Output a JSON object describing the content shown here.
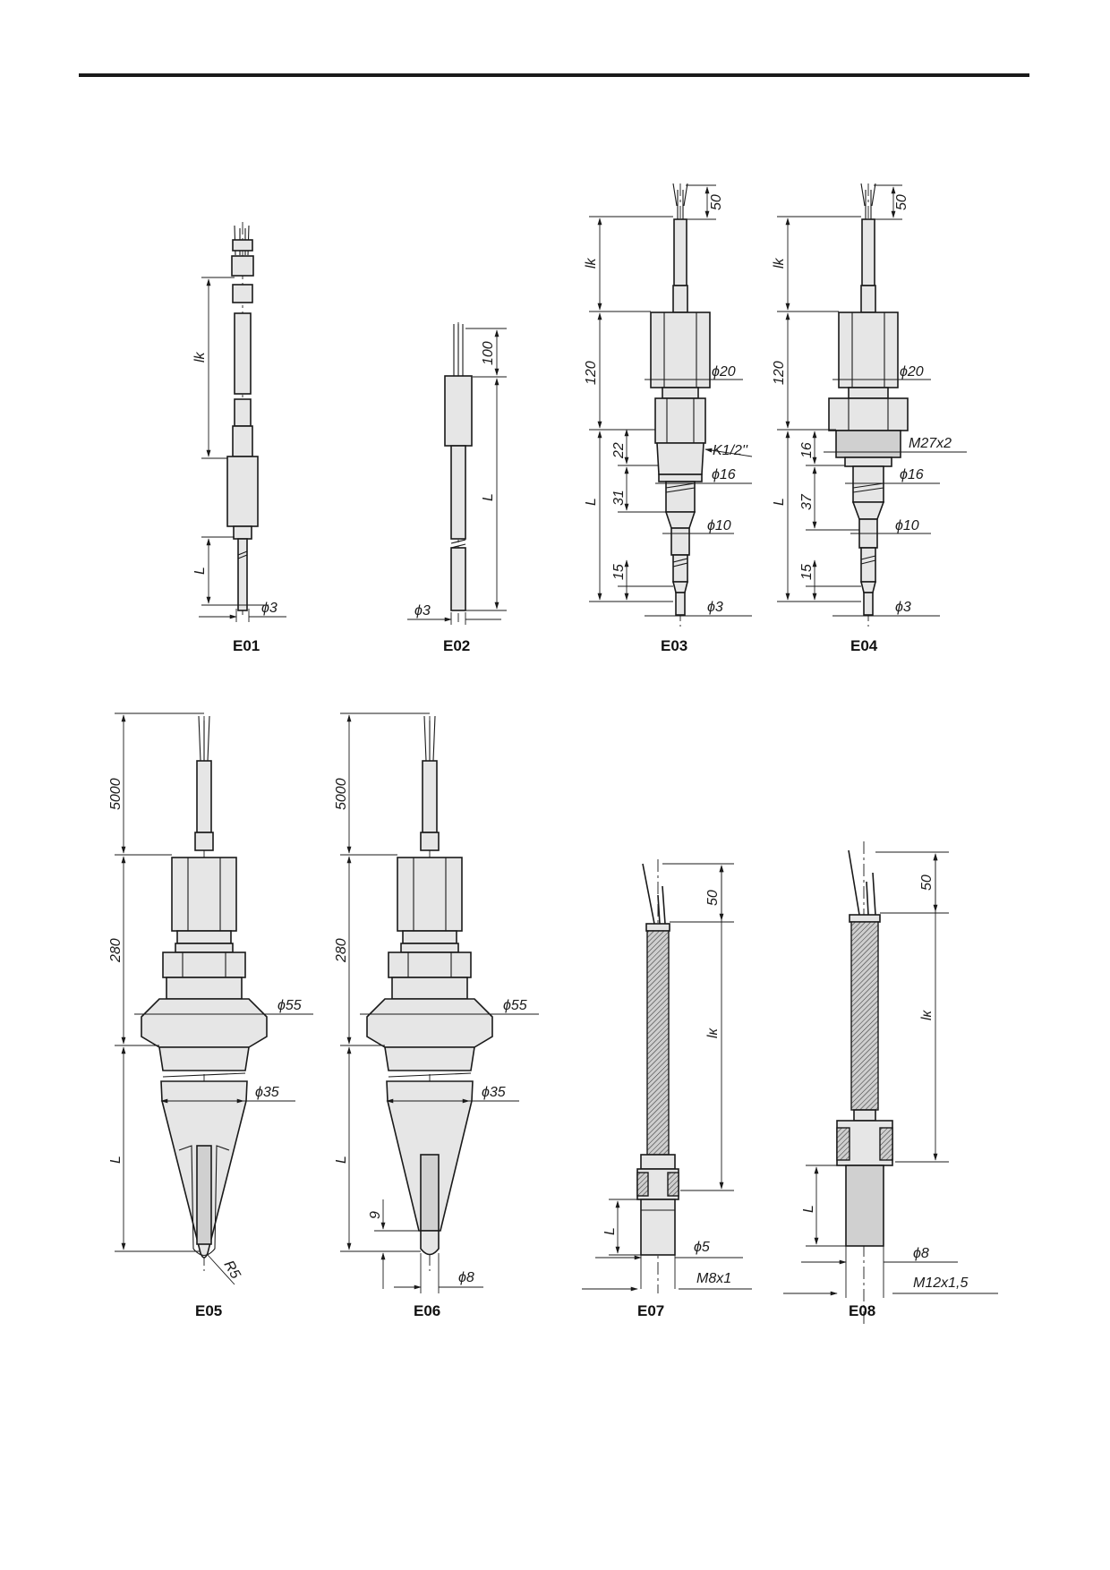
{
  "figures": {
    "E01": {
      "caption": "E01",
      "dims": {
        "lk": "lk",
        "L": "L",
        "d": "ϕ3"
      }
    },
    "E02": {
      "caption": "E02",
      "dims": {
        "cable": "100",
        "L": "L",
        "d": "ϕ3"
      }
    },
    "E03": {
      "caption": "E03",
      "dims": {
        "wires": "50",
        "lk": "lk",
        "head": "120",
        "d20": "ϕ20",
        "thread": "K1/2''",
        "h22": "22",
        "d16": "ϕ16",
        "L": "L",
        "h31": "31",
        "d10": "ϕ10",
        "h15": "15",
        "d3": "ϕ3"
      }
    },
    "E04": {
      "caption": "E04",
      "dims": {
        "wires": "50",
        "lk": "lk",
        "head": "120",
        "d20": "ϕ20",
        "thread": "M27x2",
        "h16": "16",
        "d16": "ϕ16",
        "L": "L",
        "h37": "37",
        "d10": "ϕ10",
        "h15": "15",
        "d3": "ϕ3"
      }
    },
    "E05": {
      "caption": "E05",
      "dims": {
        "cable": "5000",
        "head": "280",
        "d55": "ϕ55",
        "d35": "ϕ35",
        "L": "L",
        "radius": "R5"
      }
    },
    "E06": {
      "caption": "E06",
      "dims": {
        "cable": "5000",
        "head": "280",
        "d55": "ϕ55",
        "d35": "ϕ35",
        "L": "L",
        "h9": "9",
        "d8": "ϕ8"
      }
    },
    "E07": {
      "caption": "E07",
      "dims": {
        "wires": "50",
        "lk": "lк",
        "L": "L",
        "d5": "ϕ5",
        "thread": "M8x1"
      }
    },
    "E08": {
      "caption": "E08",
      "dims": {
        "wires": "50",
        "lk": "lк",
        "L": "L",
        "d8": "ϕ8",
        "thread": "M12x1,5"
      }
    }
  }
}
